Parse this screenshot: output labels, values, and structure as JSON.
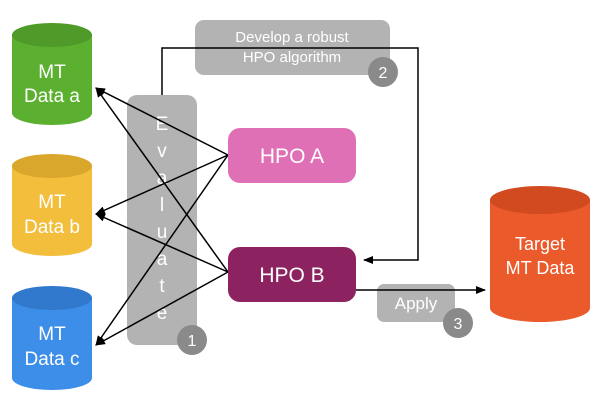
{
  "datasets": [
    {
      "line1": "MT",
      "line2": "Data a",
      "color": "#5cb030"
    },
    {
      "line1": "MT",
      "line2": "Data b",
      "color": "#f2be3c"
    },
    {
      "line1": "MT",
      "line2": "Data c",
      "color": "#3d8ee8"
    }
  ],
  "evaluate": {
    "label": "Evaluate",
    "letters": [
      "E",
      "v",
      "a",
      "l",
      "u",
      "a",
      "t",
      "e"
    ],
    "step": "1"
  },
  "develop": {
    "line1": "Develop a robust",
    "line2": "HPO algorithm",
    "step": "2"
  },
  "apply": {
    "label": "Apply",
    "step": "3"
  },
  "hpo_a": {
    "label": "HPO A",
    "color": "#e070b5"
  },
  "hpo_b": {
    "label": "HPO B",
    "color": "#8c2260"
  },
  "target": {
    "line1": "Target",
    "line2": "MT Data",
    "color": "#eb5a2a"
  },
  "colors": {
    "gray_box": "#b3b3b3",
    "badge": "#8a8a8a",
    "arrow": "#000000",
    "text_on_color": "#ffffff"
  }
}
